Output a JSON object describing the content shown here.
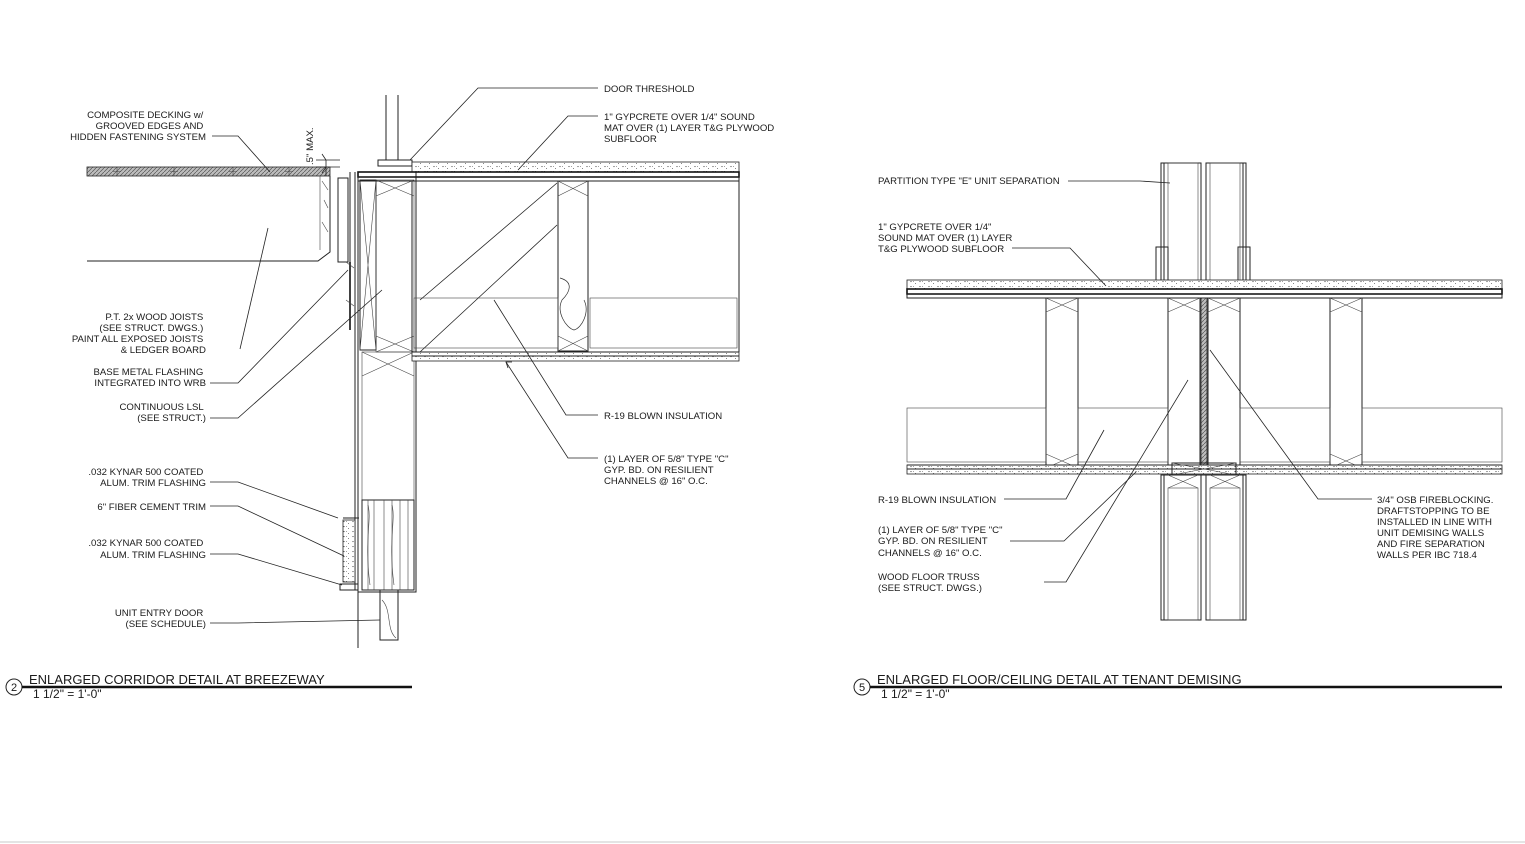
{
  "colors": {
    "ink": "#1a1a1a",
    "paper": "#ffffff"
  },
  "detail_left": {
    "number": "2",
    "title": "ENLARGED CORRIDOR DETAIL AT BREEZEWAY",
    "scale": "1 1/2\" = 1'-0\"",
    "dim_label": ".5\" MAX.",
    "notes": {
      "composite_decking": [
        "COMPOSITE DECKING w/",
        "GROOVED EDGES AND",
        "HIDDEN FASTENING SYSTEM"
      ],
      "pt_joists": [
        "P.T. 2x WOOD JOISTS",
        "(SEE STRUCT. DWGS.)",
        "PAINT ALL EXPOSED JOISTS",
        "& LEDGER BOARD"
      ],
      "base_flashing": [
        "BASE METAL FLASHING",
        "INTEGRATED INTO WRB"
      ],
      "continuous_lsl": [
        "CONTINUOUS LSL",
        "(SEE STRUCT.)"
      ],
      "kynar_flashing_1": [
        ".032 KYNAR 500 COATED",
        "ALUM. TRIM FLASHING"
      ],
      "fiber_cement_trim": [
        "6\" FIBER CEMENT TRIM"
      ],
      "kynar_flashing_2": [
        ".032 KYNAR 500 COATED",
        "ALUM. TRIM FLASHING"
      ],
      "unit_entry_door": [
        "UNIT ENTRY DOOR",
        "(SEE SCHEDULE)"
      ],
      "door_threshold": [
        "DOOR THRESHOLD"
      ],
      "gypcrete": [
        "1\" GYPCRETE OVER 1/4\" SOUND",
        "MAT OVER (1) LAYER T&G PLYWOOD",
        "SUBFLOOR"
      ],
      "r19": [
        "R-19 BLOWN INSULATION"
      ],
      "gyp_bd": [
        "(1) LAYER OF 5/8\" TYPE \"C\"",
        "GYP. BD. ON RESILIENT",
        "CHANNELS @ 16\" O.C."
      ]
    }
  },
  "detail_right": {
    "number": "5",
    "title": "ENLARGED FLOOR/CEILING DETAIL AT TENANT DEMISING",
    "scale": "1 1/2\" = 1'-0\"",
    "notes": {
      "partition": [
        "PARTITION TYPE \"E\" UNIT SEPARATION"
      ],
      "gypcrete": [
        "1\" GYPCRETE OVER 1/4\"",
        "SOUND MAT OVER (1) LAYER",
        "T&G PLYWOOD SUBFLOOR"
      ],
      "r19": [
        "R-19 BLOWN INSULATION"
      ],
      "gyp_bd": [
        "(1) LAYER OF 5/8\" TYPE \"C\"",
        "GYP. BD. ON RESILIENT",
        "CHANNELS @ 16\" O.C."
      ],
      "truss": [
        "WOOD FLOOR TRUSS",
        "(SEE STRUCT. DWGS.)"
      ],
      "osb": [
        "3/4\" OSB FIREBLOCKING.",
        "DRAFTSTOPPING TO BE",
        "INSTALLED IN LINE WITH",
        "UNIT DEMISING WALLS",
        "AND FIRE SEPARATION",
        "WALLS PER IBC 718.4"
      ]
    }
  }
}
